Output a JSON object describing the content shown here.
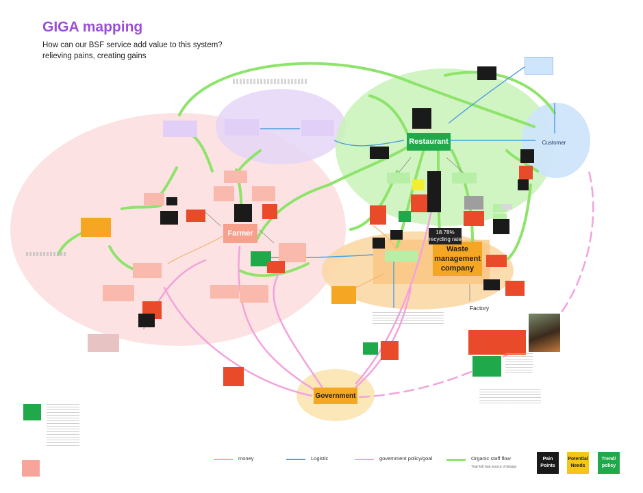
{
  "header": {
    "title": "GIGA mapping",
    "subtitle_line1": "How can our BSF service add value to this system?",
    "subtitle_line2": "relieving pains, creating gains"
  },
  "nodes": {
    "restaurant": "Restaurant",
    "farmer": "Farmer",
    "waste_line1": "Waste",
    "waste_line2": "management",
    "waste_line3": "company",
    "government": "Government",
    "customer": "Customer",
    "factory": "Factory",
    "recycling_rate_value": "18.78%",
    "recycling_rate_label": "recycling rate"
  },
  "legend": {
    "money": "money",
    "logistic": "Logistic",
    "policy": "government policy/goal",
    "organic": "Organic staff flow",
    "organic_note": "Trial fish bait source of biogas",
    "pain_points": "Pain Points",
    "potential_needs": "Potential Needs",
    "trend_policy": "Trend/ policy"
  },
  "colors": {
    "money": "#f5b26b",
    "logistic": "#4a9fe0",
    "policy": "#f3a2dc",
    "organic": "#8ee36b",
    "pain": "#1a1a1a",
    "needs": "#f5c518",
    "trend": "#1fa94a",
    "restaurant": "#1fa94a",
    "farmer": "#f7a08e",
    "waste": "#f5a623",
    "government": "#f5a623",
    "title": "#9b4dd8"
  }
}
